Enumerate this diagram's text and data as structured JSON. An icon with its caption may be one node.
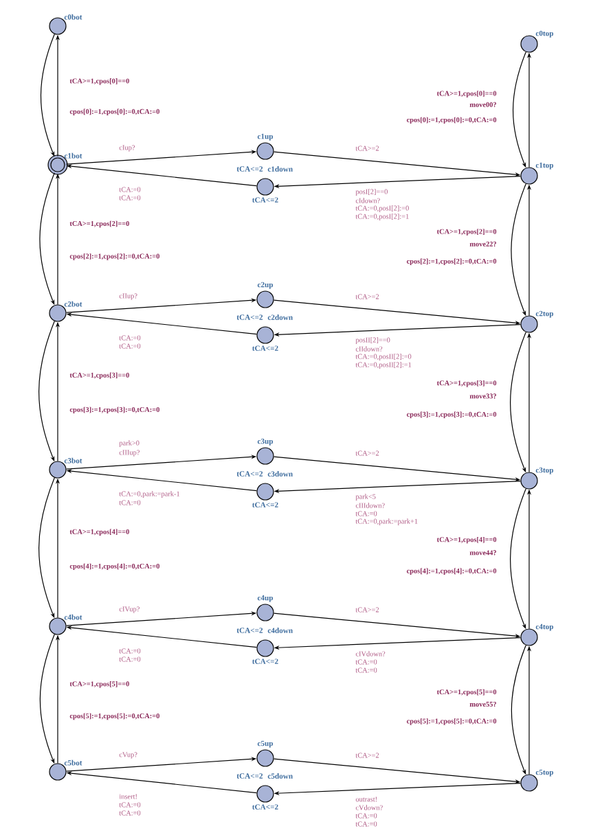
{
  "diagram": {
    "nodes": [
      {
        "text": [],
        "shape": "circle",
        "beside": [
          "c0bot"
        ]
      },
      {
        "text": [],
        "shape": "circle",
        "beside": [
          "c0top"
        ]
      },
      {
        "text": [],
        "shape": "circle",
        "beside": [
          "c1bot"
        ]
      },
      {
        "text": [],
        "shape": "circle",
        "beside": [
          "c1up",
          "tCA<=2"
        ]
      },
      {
        "text": [],
        "shape": "circle",
        "beside": [
          "c1down",
          "tCA<=2"
        ]
      },
      {
        "text": [],
        "shape": "circle",
        "beside": [
          "c1top"
        ]
      },
      {
        "text": [],
        "shape": "circle",
        "beside": [
          "c2bot"
        ]
      },
      {
        "text": [],
        "shape": "circle",
        "beside": [
          "c2up",
          "tCA<=2"
        ]
      },
      {
        "text": [],
        "shape": "circle",
        "beside": [
          "c2down",
          "tCA<=2"
        ]
      },
      {
        "text": [],
        "shape": "circle",
        "beside": [
          "c2top"
        ]
      },
      {
        "text": [],
        "shape": "circle",
        "beside": [
          "c3bot"
        ]
      },
      {
        "text": [],
        "shape": "circle",
        "beside": [
          "c3up",
          "tCA<=2"
        ]
      },
      {
        "text": [],
        "shape": "circle",
        "beside": [
          "c3down",
          "tCA<=2"
        ]
      },
      {
        "text": [],
        "shape": "circle",
        "beside": [
          "c3top"
        ]
      },
      {
        "text": [],
        "shape": "circle",
        "beside": [
          "c4bot"
        ]
      },
      {
        "text": [],
        "shape": "circle",
        "beside": [
          "c4up",
          "tCA<=2"
        ]
      },
      {
        "text": [],
        "shape": "circle",
        "beside": [
          "c4down",
          "tCA<=2"
        ]
      },
      {
        "text": [],
        "shape": "circle",
        "beside": [
          "c4top"
        ]
      },
      {
        "text": [],
        "shape": "circle",
        "beside": [
          "c5bot"
        ]
      },
      {
        "text": [],
        "shape": "circle",
        "beside": [
          "c5up",
          "tCA<=2"
        ]
      },
      {
        "text": [],
        "shape": "circle",
        "beside": [
          "c5down",
          "tCA<=2"
        ]
      },
      {
        "text": [],
        "shape": "circle",
        "beside": [
          "c5top"
        ]
      }
    ],
    "edges": [
      {
        "from": 2,
        "to": 0,
        "arrow": "to"
      },
      {
        "from": 0,
        "to": 2,
        "arrow": "to"
      },
      {
        "from": 5,
        "to": 1,
        "arrow": "to"
      },
      {
        "from": 1,
        "to": 5,
        "arrow": "to"
      },
      {
        "from": 6,
        "to": 2,
        "arrow": "to"
      },
      {
        "from": 2,
        "to": 6,
        "arrow": "to"
      },
      {
        "from": 9,
        "to": 5,
        "arrow": "to"
      },
      {
        "from": 5,
        "to": 9,
        "arrow": "to"
      },
      {
        "from": 10,
        "to": 6,
        "arrow": "to"
      },
      {
        "from": 6,
        "to": 10,
        "arrow": "to"
      },
      {
        "from": 13,
        "to": 9,
        "arrow": "to"
      },
      {
        "from": 9,
        "to": 13,
        "arrow": "to"
      },
      {
        "from": 14,
        "to": 10,
        "arrow": "to"
      },
      {
        "from": 10,
        "to": 14,
        "arrow": "to"
      },
      {
        "from": 17,
        "to": 13,
        "arrow": "to"
      },
      {
        "from": 13,
        "to": 17,
        "arrow": "to"
      },
      {
        "from": 18,
        "to": 14,
        "arrow": "to"
      },
      {
        "from": 14,
        "to": 18,
        "arrow": "to"
      },
      {
        "from": 21,
        "to": 17,
        "arrow": "to"
      },
      {
        "from": 17,
        "to": 21,
        "arrow": "to"
      },
      {
        "from": 2,
        "to": 3,
        "arrow": "to"
      },
      {
        "from": 3,
        "to": 5,
        "arrow": "to"
      },
      {
        "from": 5,
        "to": 4,
        "arrow": "to"
      },
      {
        "from": 4,
        "to": 2,
        "arrow": "to"
      },
      {
        "from": 6,
        "to": 7,
        "arrow": "to"
      },
      {
        "from": 7,
        "to": 9,
        "arrow": "to"
      },
      {
        "from": 9,
        "to": 8,
        "arrow": "to"
      },
      {
        "from": 8,
        "to": 6,
        "arrow": "to"
      },
      {
        "from": 10,
        "to": 11,
        "arrow": "to"
      },
      {
        "from": 11,
        "to": 13,
        "arrow": "to"
      },
      {
        "from": 13,
        "to": 12,
        "arrow": "to"
      },
      {
        "from": 12,
        "to": 10,
        "arrow": "to"
      },
      {
        "from": 14,
        "to": 15,
        "arrow": "to"
      },
      {
        "from": 15,
        "to": 17,
        "arrow": "to"
      },
      {
        "from": 17,
        "to": 16,
        "arrow": "to"
      },
      {
        "from": 16,
        "to": 14,
        "arrow": "to"
      },
      {
        "from": 18,
        "to": 19,
        "arrow": "to"
      },
      {
        "from": 19,
        "to": 21,
        "arrow": "to"
      },
      {
        "from": 21,
        "to": 20,
        "arrow": "to"
      },
      {
        "from": 20,
        "to": 18,
        "arrow": "to"
      }
    ],
    "labels": [
      "tCA>=1,cpos[0]==0",
      "cpos[0]:=1,cpos[0]:=0,tCA:=0",
      "tCA>=1,cpos[0]==0",
      "move00?",
      "cpos[0]:=1,cpos[0]:=0,tCA:=0",
      "cIup?",
      "tCA:=0",
      "tCA:=0",
      "tCA>=2",
      "posI[2]==0",
      "cIdown?",
      "tCA:=0,posI[2]:=0",
      "tCA:=0,posI[2]:=1",
      "tCA>=1,cpos[2]==0",
      "cpos[2]:=1,cpos[2]:=0,tCA:=0",
      "tCA>=1,cpos[2]==0",
      "move22?",
      "cpos[2]:=1,cpos[2]:=0,tCA:=0",
      "cIIup?",
      "tCA:=0",
      "tCA:=0",
      "tCA>=2",
      "posII[2]==0",
      "cIIdown?",
      "tCA:=0,posII[2]:=0",
      "tCA:=0,posII[2]:=1",
      "tCA>=1,cpos[3]==0",
      "cpos[3]:=1,cpos[3]:=0,tCA:=0",
      "tCA>=1,cpos[3]==0",
      "move33?",
      "cpos[3]:=1,cpos[3]:=0,tCA:=0",
      "park>0",
      "cIIIup?",
      "tCA:=0,park:=park-1",
      "tCA:=0",
      "tCA>=2",
      "park<5",
      "cIIIdown?",
      "tCA:=0",
      "tCA:=0,park:=park+1",
      "tCA>=1,cpos[4]==0",
      "cpos[4]:=1,cpos[4]:=0,tCA:=0",
      "tCA>=1,cpos[4]==0",
      "move44?",
      "cpos[4]:=1,cpos[4]:=0,tCA:=0",
      "cIVup?",
      "tCA:=0",
      "tCA:=0",
      "tCA>=2",
      "cIVdown?",
      "tCA:=0",
      "tCA:=0",
      "tCA>=1,cpos[5]==0",
      "cpos[5]:=1,cpos[5]:=0,tCA:=0",
      "tCA>=1,cpos[5]==0",
      "move55?",
      "cpos[5]:=1,cpos[5]:=0,tCA:=0",
      "cVup?",
      "insert!",
      "tCA:=0",
      "tCA:=0",
      "tCA>=2",
      "outrast!",
      "cVdown?",
      "tCA:=0",
      "tCA:=0"
    ]
  }
}
